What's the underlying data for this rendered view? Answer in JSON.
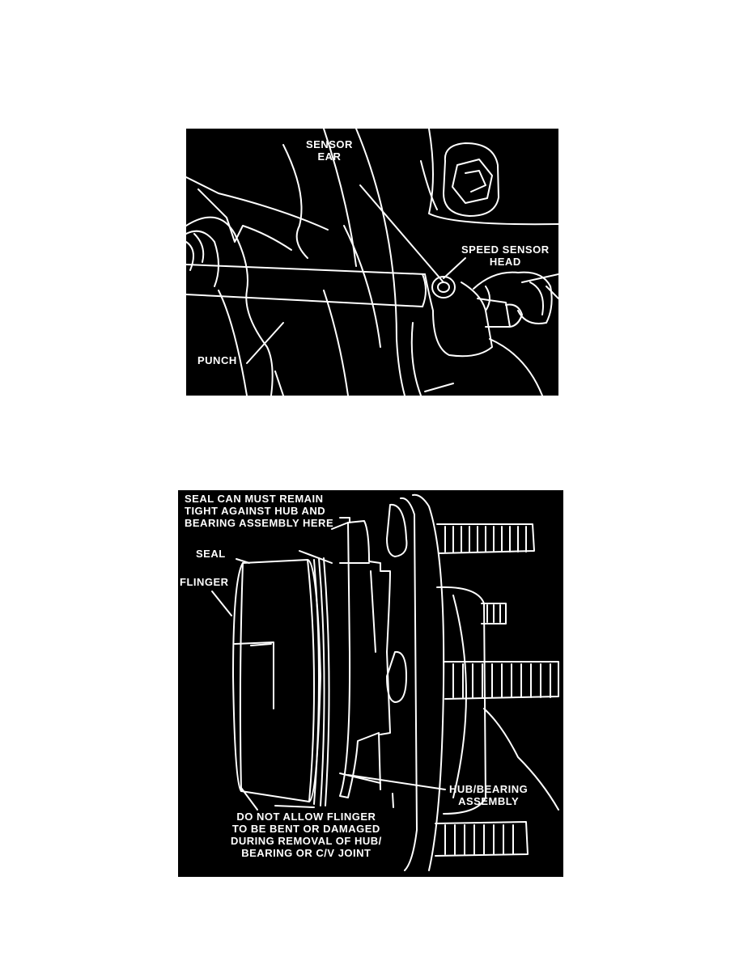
{
  "figure1": {
    "labels": {
      "sensor_ear": [
        "SENSOR",
        "EAR"
      ],
      "speed_sensor_head": [
        "SPEED SENSOR",
        "HEAD"
      ],
      "punch": "PUNCH"
    }
  },
  "figure2": {
    "labels": {
      "seal_can": [
        "SEAL CAN MUST REMAIN",
        "TIGHT AGAINST HUB AND",
        "BEARING ASSEMBLY HERE"
      ],
      "seal": "SEAL",
      "flinger": "FLINGER",
      "hub_bearing": [
        "HUB/BEARING",
        "ASSEMBLY"
      ],
      "do_not_allow": [
        "DO NOT ALLOW FLINGER",
        "TO BE BENT OR DAMAGED",
        "DURING REMOVAL OF HUB/",
        "BEARING OR C/V JOINT"
      ]
    }
  },
  "colors": {
    "background": "#ffffff",
    "figure_background": "#000000",
    "line_art": "#ffffff"
  }
}
